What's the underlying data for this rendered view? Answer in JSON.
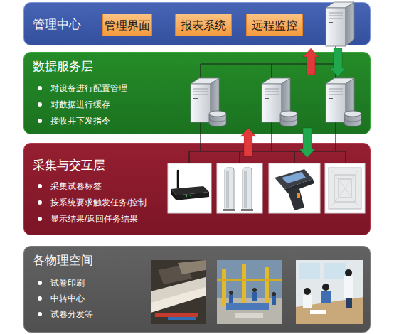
{
  "diagram": {
    "nodes": [
      {
        "text": [
          "管理中心"
        ]
      },
      {
        "text": [
          "管理界面"
        ],
        "in": 0
      },
      {
        "text": [
          "报表系统"
        ],
        "in": 0
      },
      {
        "text": [
          "远程监控"
        ],
        "in": 0
      },
      {
        "text": [
          "数据服务层",
          "对设备进行配置管理",
          "对数据进行缓存",
          "接收并下发指令"
        ]
      },
      {
        "text": [
          "采集与交互层",
          "采集试卷标签",
          "按系统要求触发任务/控制",
          "显示结果/返回任务结果"
        ]
      },
      {
        "text": [
          "各物理空间",
          "试卷印刷",
          "中转中心",
          "试卷分发等"
        ]
      }
    ],
    "edges": [
      {
        "from": 4,
        "to": 0,
        "arrow": "to"
      },
      {
        "from": 0,
        "to": 4,
        "arrow": "to"
      },
      {
        "from": 5,
        "to": 4,
        "arrow": "to"
      },
      {
        "from": 4,
        "to": 5,
        "arrow": "to"
      }
    ]
  }
}
